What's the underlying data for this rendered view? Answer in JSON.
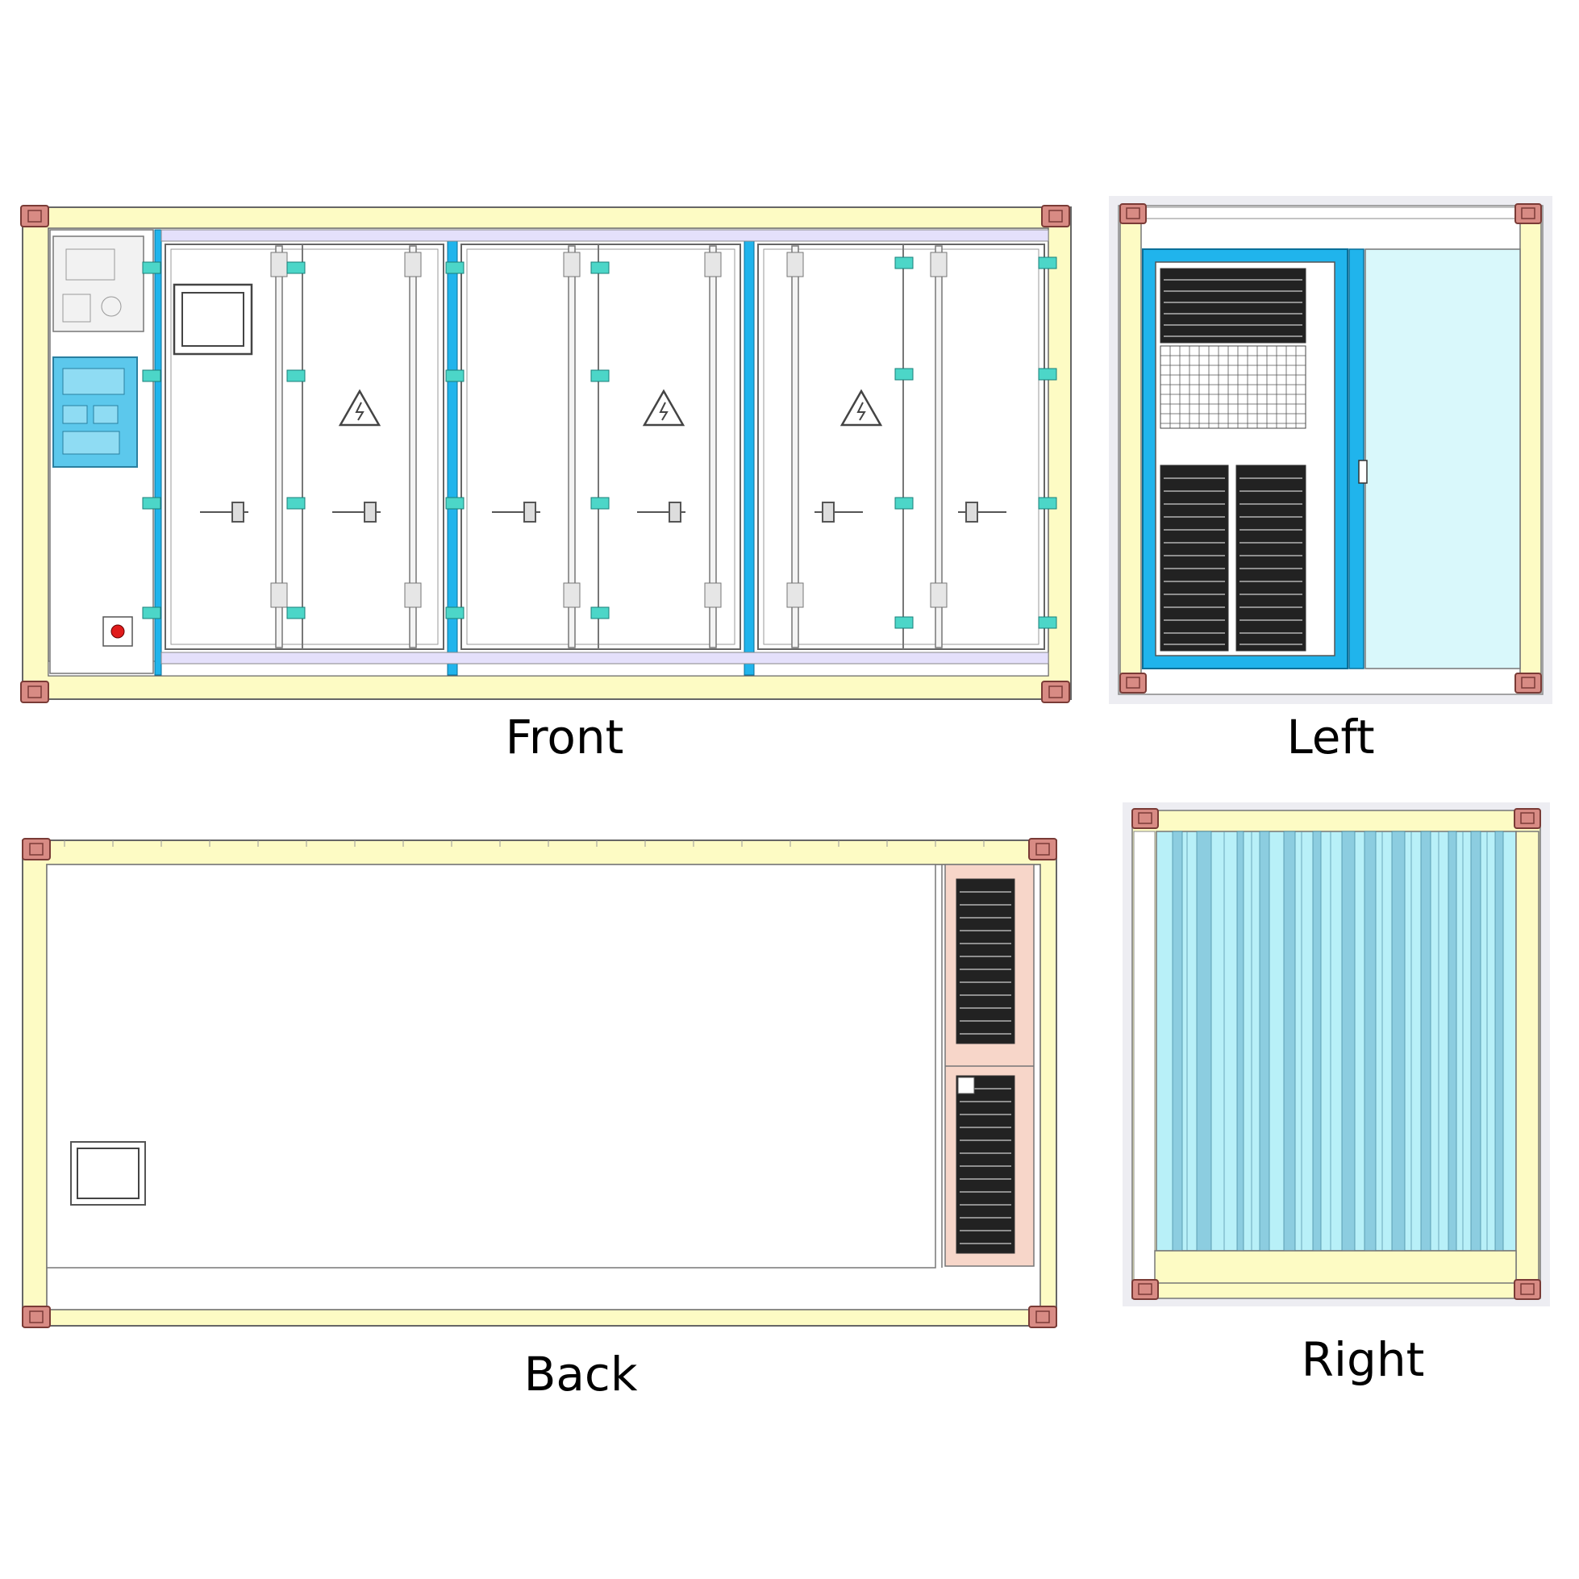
{
  "views": {
    "front": {
      "label": "Front"
    },
    "left": {
      "label": "Left"
    },
    "back": {
      "label": "Back"
    },
    "right": {
      "label": "Right"
    }
  },
  "colors": {
    "frame_yellow": "#fdfbc4",
    "corner_block": "#d88b84",
    "door_blue": "#20b4ec",
    "panel_light_cyan": "#d9f8fb",
    "rib_dark": "#8ccde0",
    "rib_light": "#b8f0f8",
    "vent_panel": "#f7d6c9",
    "hinge_teal": "#4cd6c8",
    "control_panel_blue": "#5cc8ec"
  },
  "icons": [
    "high-voltage-warning-icon",
    "emergency-stop-button",
    "door-handle-icon"
  ]
}
